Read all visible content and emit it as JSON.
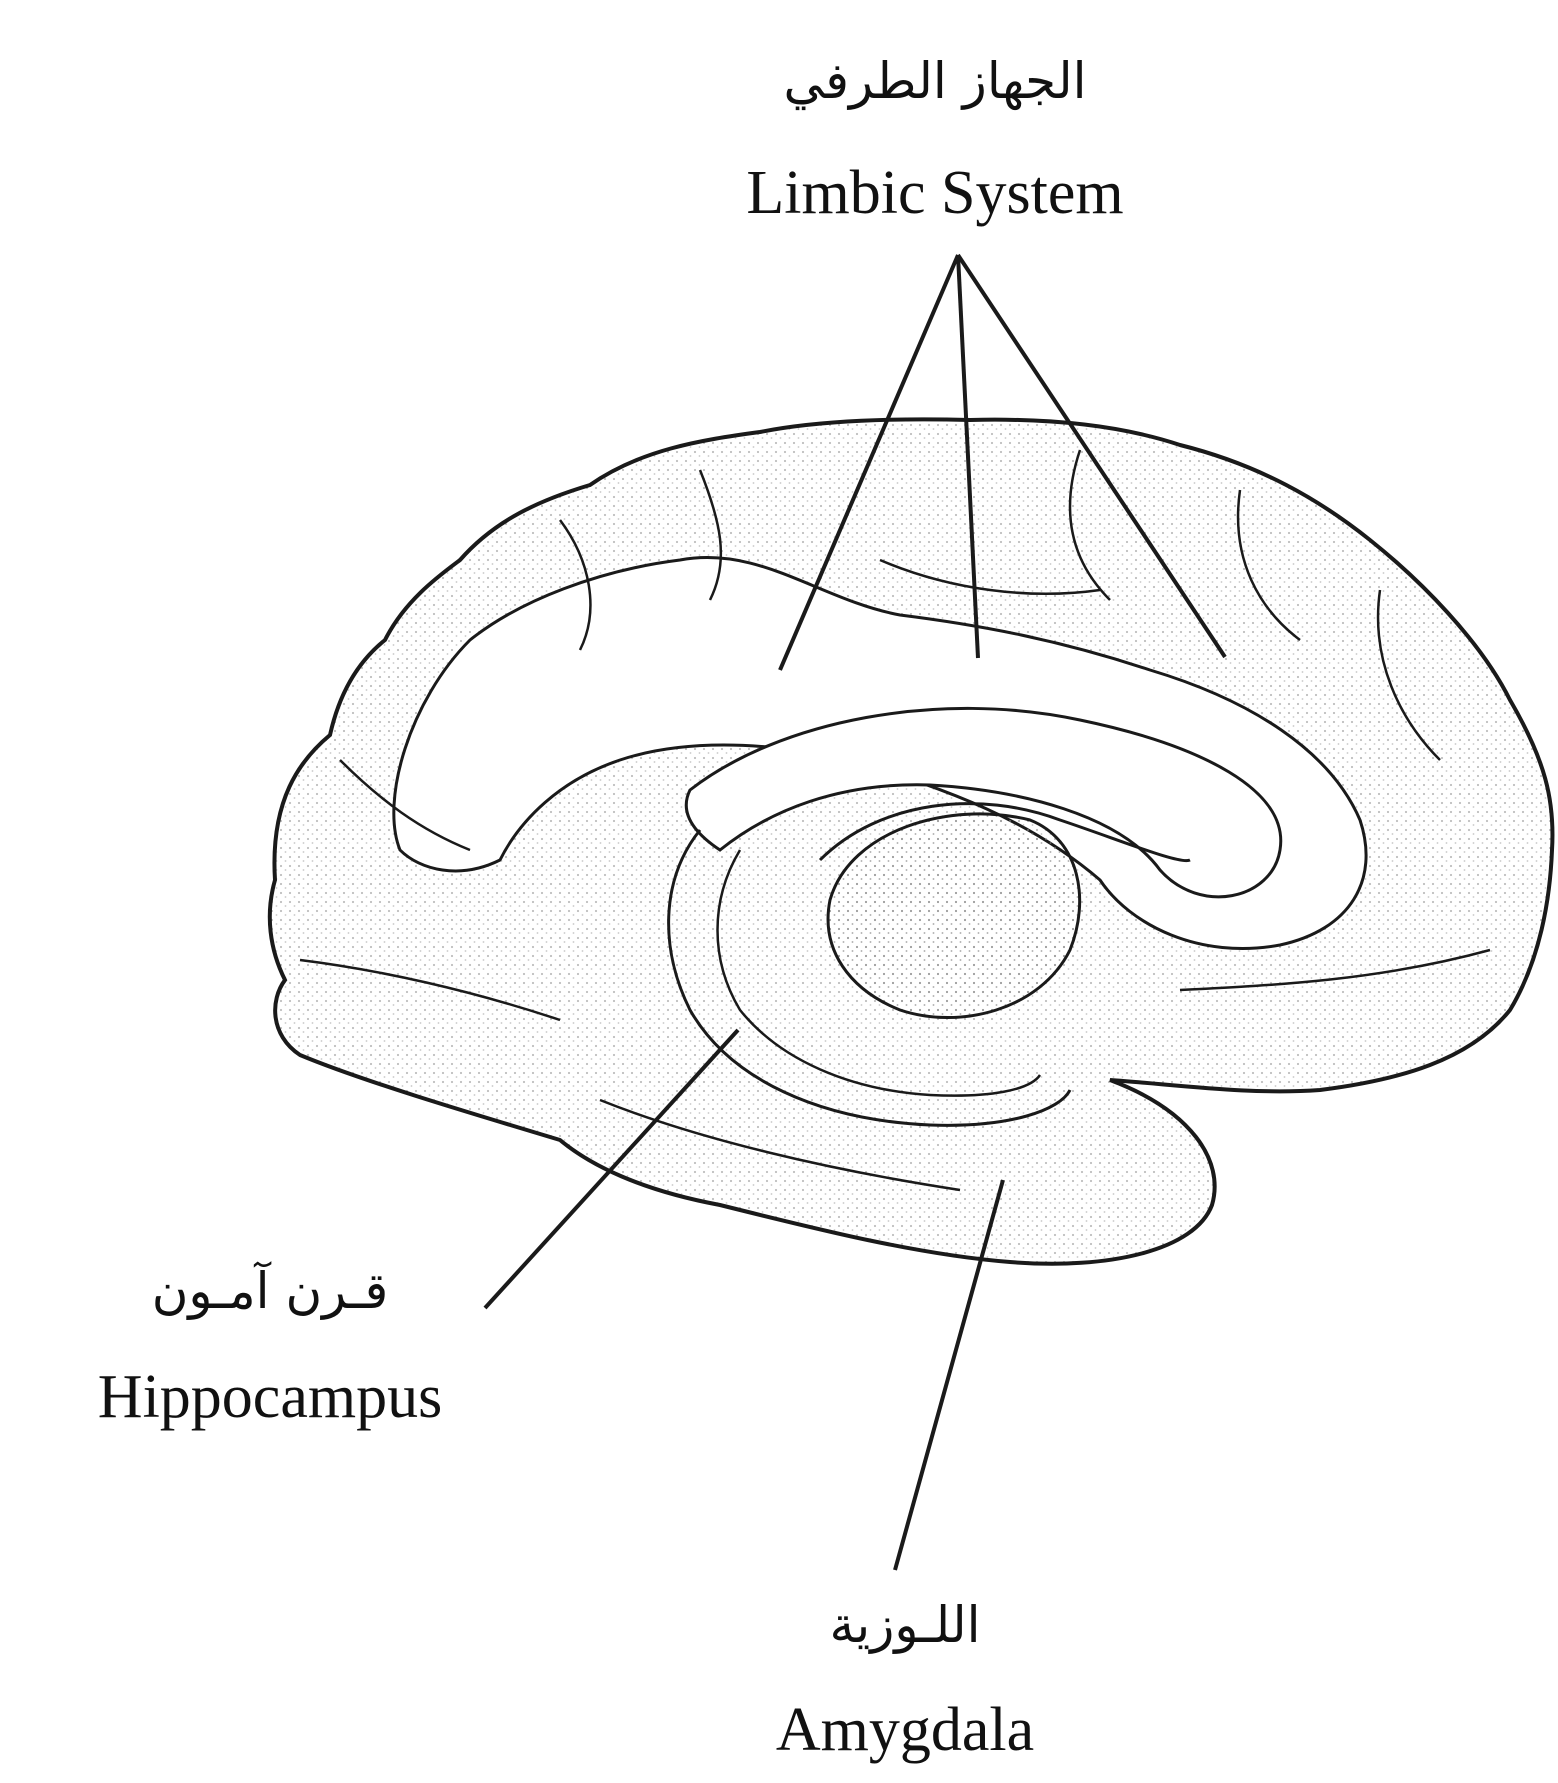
{
  "labels": {
    "limbic_system": {
      "arabic": "الجهاز الطرفي",
      "english": "Limbic System"
    },
    "hippocampus": {
      "arabic": "قـرن آمـون",
      "english": "Hippocampus"
    },
    "amygdala": {
      "arabic": "اللـوزية",
      "english": "Amygdala"
    }
  },
  "colors": {
    "line": "#1a1a1a",
    "stipple": "#8a8a8a",
    "background": "#ffffff"
  }
}
